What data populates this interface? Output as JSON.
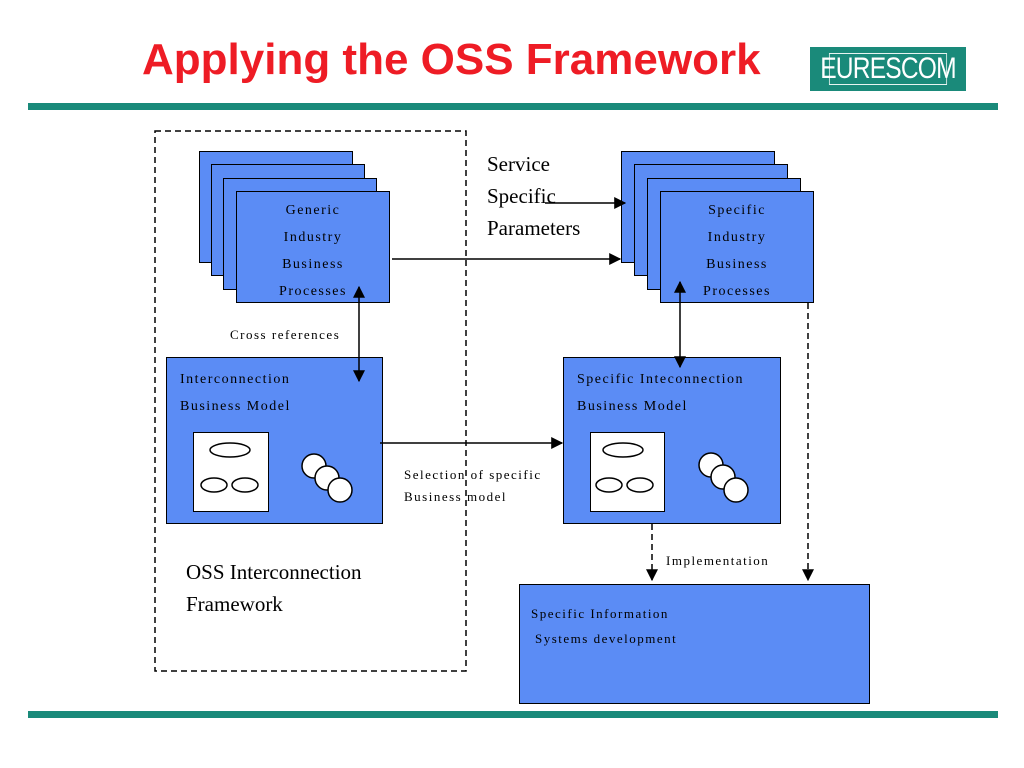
{
  "slide": {
    "title": "Applying the OSS Framework",
    "logo_text": "EURESCOM"
  },
  "diagram": {
    "generic_processes": [
      "Generic",
      "Industry",
      "Business",
      "Processes"
    ],
    "specific_processes": [
      "Specific",
      "Industry",
      "Business",
      "Processes"
    ],
    "service_params": [
      "Service",
      "Specific",
      "Parameters"
    ],
    "cross_references": "Cross references",
    "interconnection_model": [
      "Interconnection",
      "Business Model"
    ],
    "specific_interconnection_model": [
      "Specific Inteconnection",
      "Business Model"
    ],
    "selection": [
      "Selection of specific",
      "Business model"
    ],
    "oss_framework": [
      "OSS Interconnection",
      "Framework"
    ],
    "implementation": "Implementation",
    "info_systems": [
      "Specific Information",
      "Systems development"
    ]
  },
  "colors": {
    "title_red": "#ee1c25",
    "teal": "#1a8a7a",
    "box_blue": "#5b8cf5"
  }
}
